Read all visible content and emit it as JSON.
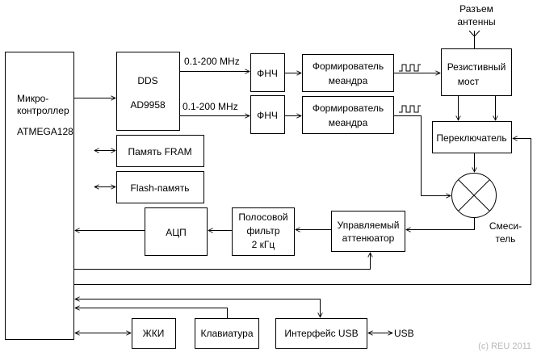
{
  "colors": {
    "stroke": "#000000",
    "background": "#ffffff",
    "copyright": "#b8b8b8"
  },
  "blocks": {
    "mcu": {
      "lines": [
        "Микро-",
        "контроллер",
        "",
        "ATMEGA128"
      ]
    },
    "dds": {
      "lines": [
        "DDS",
        "",
        "AD9958"
      ]
    },
    "fram": {
      "lines": [
        "Память FRAM"
      ]
    },
    "flash": {
      "lines": [
        "Flash-память"
      ]
    },
    "adc": {
      "lines": [
        "АЦП"
      ]
    },
    "bandpass": {
      "lines": [
        "Полосовой",
        "фильтр",
        "2 кГц"
      ]
    },
    "attenuator": {
      "lines": [
        "Управляемый",
        "аттенюатор"
      ]
    },
    "lpf1": {
      "lines": [
        "ФНЧ"
      ]
    },
    "lpf2": {
      "lines": [
        "ФНЧ"
      ]
    },
    "shaper1": {
      "lines": [
        "Формирователь",
        "меандра"
      ]
    },
    "shaper2": {
      "lines": [
        "Формирователь",
        "меандра"
      ]
    },
    "bridge": {
      "lines": [
        "Резистивный",
        "мост"
      ]
    },
    "switch": {
      "lines": [
        "Переключатель"
      ]
    },
    "lcd": {
      "lines": [
        "ЖКИ"
      ]
    },
    "keyboard": {
      "lines": [
        "Клавиатура"
      ]
    },
    "usb_if": {
      "lines": [
        "Интерфейс USB"
      ]
    }
  },
  "labels": {
    "freq1": "0.1-200 MHz",
    "freq2": "0.1-200 MHz",
    "antenna": [
      "Разъем",
      "антенны"
    ],
    "mixer": [
      "Смеси-",
      "тель"
    ],
    "usb": "USB",
    "copyright": "(c) REU 2011"
  },
  "icons": {
    "square_wave_1": "square-wave-icon",
    "square_wave_2": "square-wave-icon",
    "mixer": "mixer-cross-circle-icon",
    "antenna": "antenna-icon"
  }
}
